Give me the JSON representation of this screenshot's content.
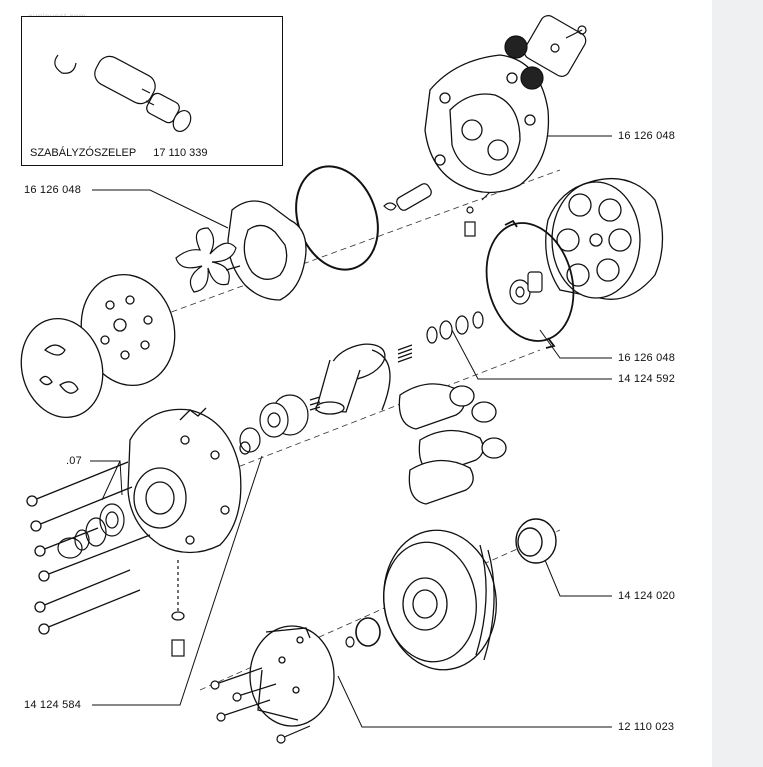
{
  "inset": {
    "caption_name": "SZABÁLYZÓSZELEP",
    "caption_number": "17 110 339"
  },
  "labels": {
    "gasket_left": "16 126 048",
    "gasket_top_right": "16 126 048",
    "gasket_right": "16 126 048",
    "ring_set": "14 124 592",
    "dot07": ".07",
    "bearing_right": "14 124 020",
    "bearing_left": "14 124 584",
    "clutch": "12 110 023"
  },
  "watermark": "ouninvest.com"
}
